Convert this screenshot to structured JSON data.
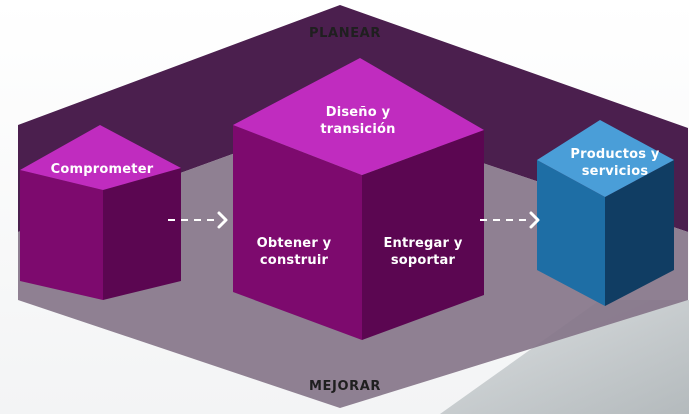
{
  "colors": {
    "band_top": "#4b1f4e",
    "band_bottom": "#857589",
    "magenta_top": "#c02cbf",
    "magenta_left": "#7d0a6e",
    "magenta_right": "#5b0651",
    "blue_top": "#4a9ed8",
    "blue_left": "#1e6ea5",
    "blue_right": "#103d63",
    "arrow": "#ffffff",
    "gray_shadow": "#c3c8ca"
  },
  "band": {
    "top_label": "PLANEAR",
    "bottom_label": "MEJORAR"
  },
  "nodes": {
    "engage": {
      "label": "Comprometer"
    },
    "design": {
      "label": "Diseño y\ntransición"
    },
    "obtain": {
      "label": "Obtener y\nconstruir"
    },
    "deliver": {
      "label": "Entregar y\nsoportar"
    },
    "products": {
      "label": "Productos y\nservicios"
    }
  },
  "icons": {
    "arrow_left": "chevron-right-icon",
    "arrow_right": "chevron-right-icon"
  }
}
